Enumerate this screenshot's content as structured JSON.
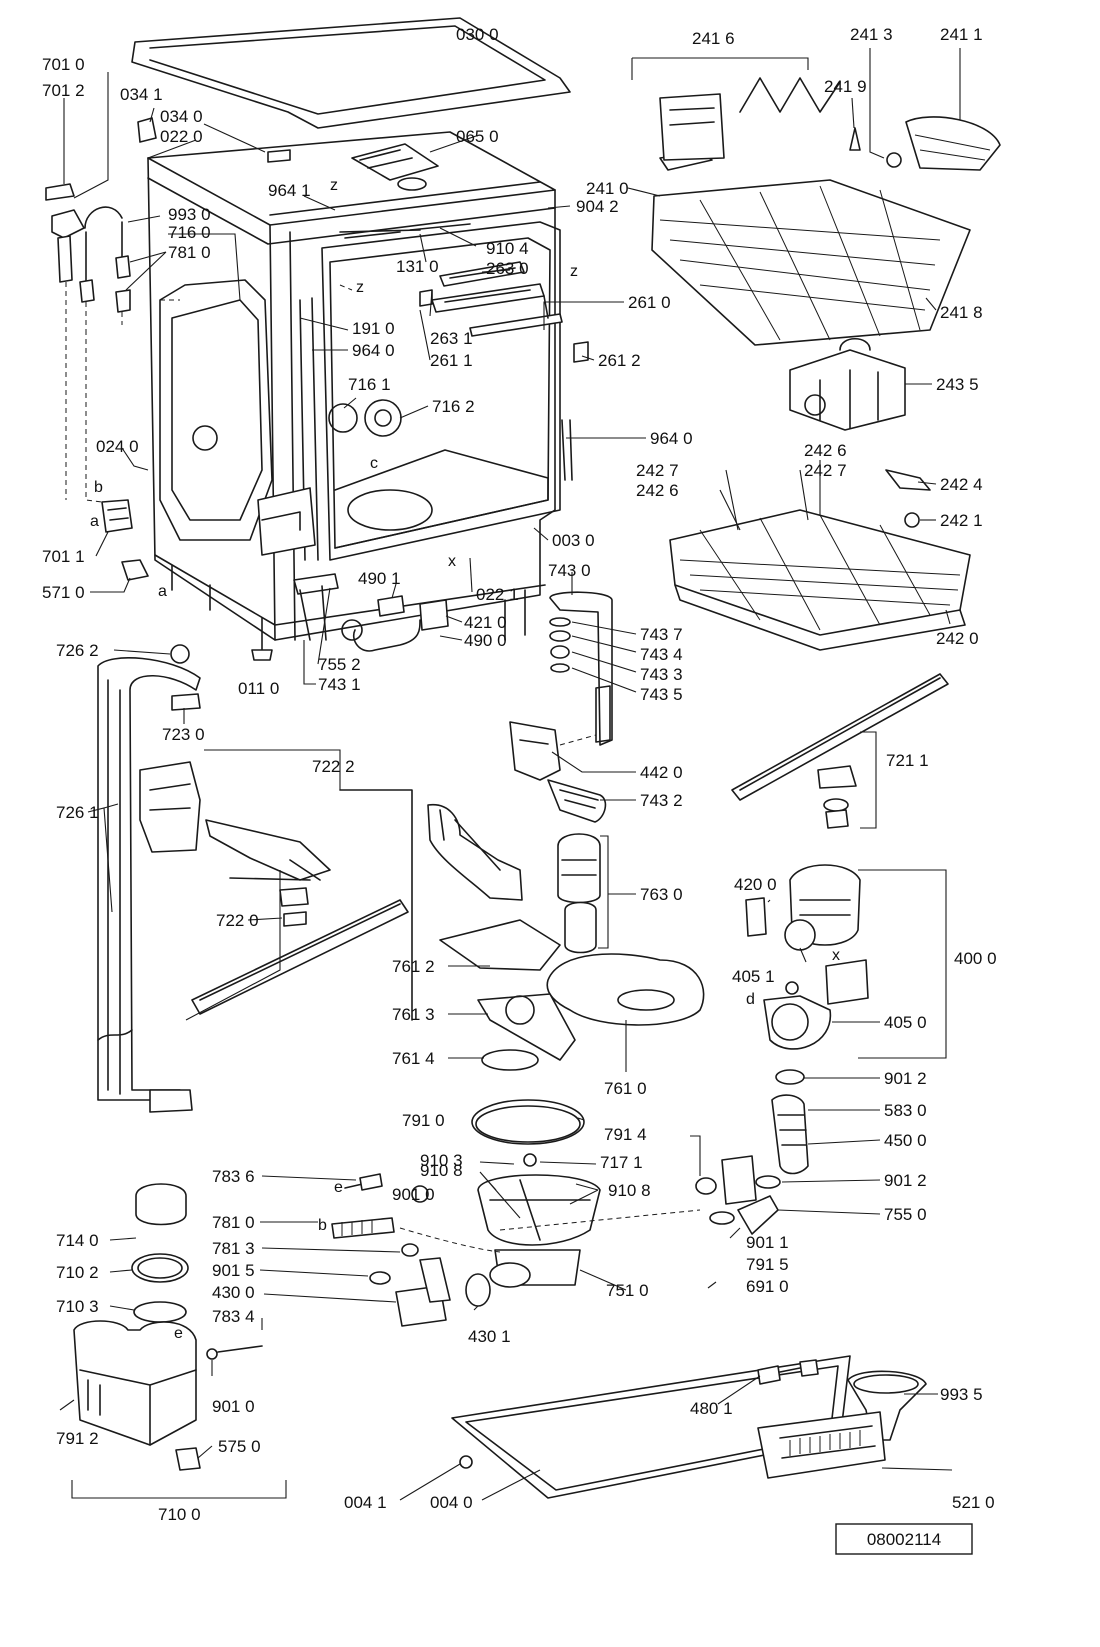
{
  "labels": {
    "l0300": "030 0",
    "l7010": "701 0",
    "l7012": "701 2",
    "l0341": "034 1",
    "l0340": "034 0",
    "l0220": "022 0",
    "l0650": "065 0",
    "l9641a": "964 1",
    "l9930": "993 0",
    "l7160": "716 0",
    "l7810a": "781 0",
    "l9042": "904 2",
    "l9104": "910 4",
    "l1310": "131 0",
    "l2630": "263 0",
    "l2610": "261 0",
    "l1910": "191 0",
    "l2631": "263 1",
    "l9640a": "964 0",
    "l2611": "261 1",
    "l2612": "261 2",
    "l7161": "716 1",
    "l7162": "716 2",
    "l9640b": "964 0",
    "l0240": "024 0",
    "l7011": "701 1",
    "l5710": "571 0",
    "l0030": "003 0",
    "l4901": "490 1",
    "l0221": "022 1",
    "l7430": "743 0",
    "l4211": "421 0",
    "l4900": "490 0",
    "l7437": "743 7",
    "l7434": "743 4",
    "l7433": "743 3",
    "l7435": "743 5",
    "l7262": "726 2",
    "l7552": "755 2",
    "l0110": "011 0",
    "l7431": "743 1",
    "l7230": "723 0",
    "l7222": "722 2",
    "l7261": "726 1",
    "l4420": "442 0",
    "l7432": "743 2",
    "l7220": "722 0",
    "l7630": "763 0",
    "l7612": "761 2",
    "l7613": "761 3",
    "l7614": "761 4",
    "l7610": "761 0",
    "l2416": "241 6",
    "l2413": "241 3",
    "l2411": "241 1",
    "l2419": "241 9",
    "l2410": "241 0",
    "l2418": "241 8",
    "l2435": "243 5",
    "l2426": "242 6",
    "l2427a": "242 7",
    "l2427b": "242 7",
    "l2426b": "242 6",
    "l2424": "242 4",
    "l2421": "242 1",
    "l2420": "242 0",
    "l7211": "721 1",
    "l4200": "420 0",
    "l4000": "400 0",
    "l4051": "405 1",
    "l4050": "405 0",
    "l9012a": "901 2",
    "l7910": "791 0",
    "l7914": "791 4",
    "l5830": "583 0",
    "l4500": "450 0",
    "l9103": "910 3",
    "l7171": "717 1",
    "l9012b": "901 2",
    "l7836": "783 6",
    "l9108a": "910 8",
    "l9108b": "910 8",
    "l9010a": "901 0",
    "l7550": "755 0",
    "l7810b": "781 0",
    "l9011": "901 1",
    "l7140": "714 0",
    "l7813": "781 3",
    "l7915": "791 5",
    "l7102": "710 2",
    "l9015": "901 5",
    "l7510": "751 0",
    "l6910": "691 0",
    "l4300": "430 0",
    "l7103": "710 3",
    "l7834": "783 4",
    "l4301": "430 1",
    "l7912": "791 2",
    "l9010b": "901 0",
    "l4801": "480 1",
    "l9935": "993 5",
    "l5750": "575 0",
    "l0041": "004 1",
    "l0040": "004 0",
    "l5210": "521 0",
    "l7100": "710 0"
  },
  "letters": {
    "z1": "z",
    "z2": "z",
    "z3": "z",
    "c": "c",
    "x1": "x",
    "x2": "x",
    "a1": "a",
    "a2": "a",
    "b1": "b",
    "b2": "b",
    "d": "d",
    "e1": "e",
    "e2": "e"
  },
  "drawing_number": "08002114"
}
